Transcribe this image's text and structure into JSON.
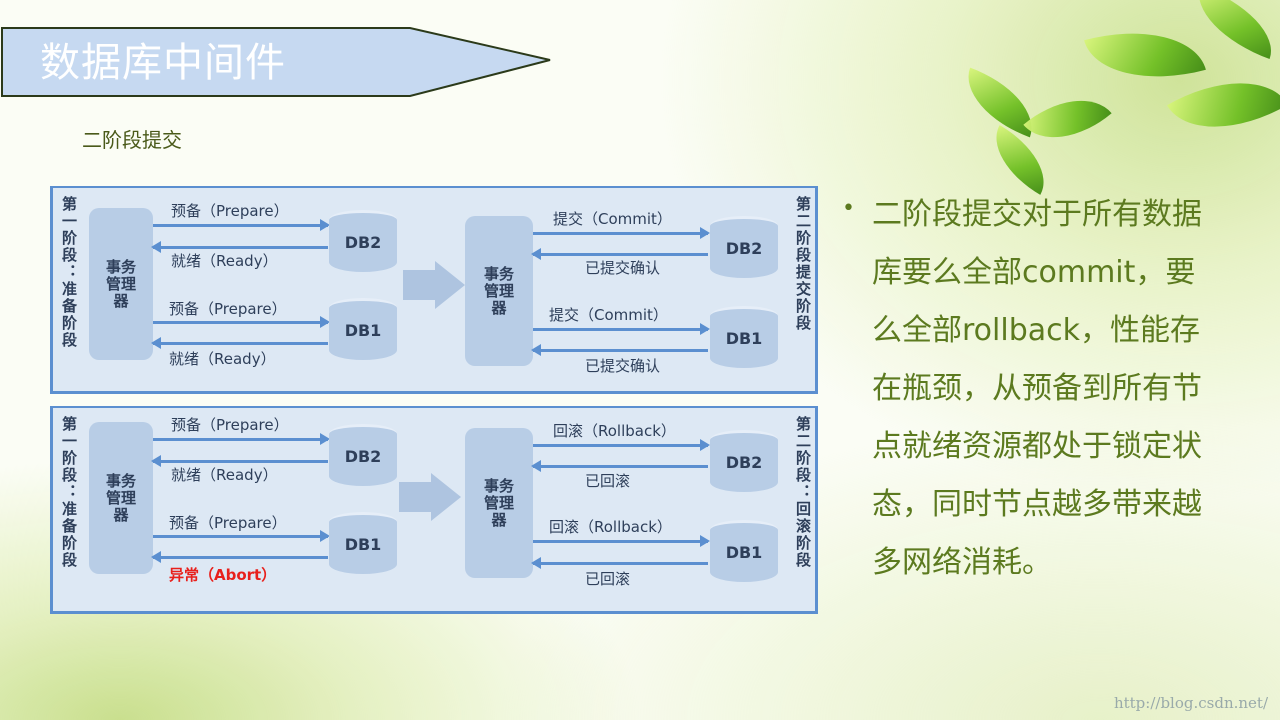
{
  "slide": {
    "title": "数据库中间件",
    "subtitle": "二阶段提交"
  },
  "diagram": {
    "commit_panel": {
      "left_phase": "第一阶段：准备阶段",
      "right_phase": "第二阶段提交阶段",
      "manager": "事务管理器",
      "db2": "DB2",
      "db1": "DB1",
      "prepare": "预备（Prepare）",
      "ready": "就绪（Ready）",
      "commit": "提交（Commit）",
      "ack": "已提交确认"
    },
    "rollback_panel": {
      "left_phase": "第一阶段：准备阶段",
      "right_phase": "第二阶段：回滚阶段",
      "manager": "事务管理器",
      "db2": "DB2",
      "db1": "DB1",
      "prepare": "预备（Prepare）",
      "ready": "就绪（Ready）",
      "abort": "异常（Abort）",
      "rollback": "回滚（Rollback）",
      "ack": "已回滚"
    }
  },
  "bullet": {
    "icon": "•",
    "text": "二阶段提交对于所有数据库要么全部commit，要么全部rollback，性能存在瓶颈，从预备到所有节点就绪资源都处于锁定状态，同时节点越多带来越多网络消耗。"
  },
  "watermark": "http://blog.csdn.net/"
}
